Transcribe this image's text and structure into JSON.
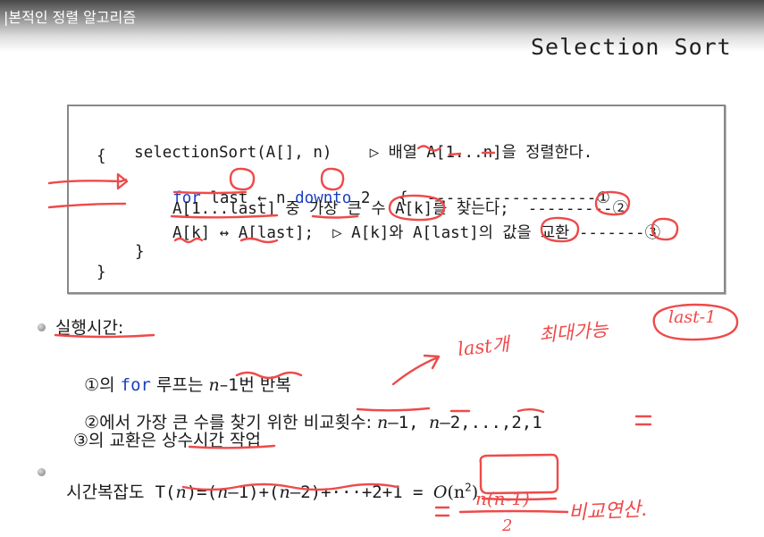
{
  "video": {
    "title": "|본적인 정렬 알고리즘"
  },
  "slide": {
    "title": "Selection Sort"
  },
  "code": {
    "line1_sig": "selectionSort(A[], n)",
    "line1_comment": "▷ 배열 A[1...n]을 정렬한다.",
    "open_brace": "{",
    "for_kw": "for",
    "for_body": " last ← n ",
    "downto_kw": "downto",
    "for_tail": " 2   {  ------------------①",
    "line_find": "A[1...last] 중 가장 큰 수 A[k]를 찾는다;  ---------②",
    "line_swap": "A[k] ↔ A[last];  ▷ A[k]와 A[last]의 값을 교환 -------③",
    "inner_close": "}",
    "outer_close": "}"
  },
  "notes": {
    "runtime_label": "실행시간:",
    "item1_a": "①의 ",
    "item1_for": "for",
    "item1_b": " 루프는 ",
    "item1_n": "n",
    "item1_c": "–1번 반복",
    "item2_a": "②에서 가장 큰 수를 찾기 위한 비교횟수: ",
    "item2_n1": "n",
    "item2_b": "–1, ",
    "item2_n2": "n",
    "item2_c": "–2,...,2,1",
    "item3": "③의 교환은 상수시간 작업",
    "complexity_label": "시간복잡도  ",
    "complexity_T": "T(",
    "complexity_n": "n",
    "complexity_eq": ")=(",
    "complexity_n2": "n",
    "complexity_mid": "–1)+(",
    "complexity_n3": "n",
    "complexity_tail": "–2)+···+2+1 = ",
    "complexity_O": "O",
    "complexity_On": "(n",
    "complexity_sup": "2",
    "complexity_close": ")"
  },
  "handwriting": {
    "note_last": "last개",
    "note_max": "최대가능",
    "note_last_minus": "last-1",
    "frac_num": "n(n-1)",
    "frac_den": "2",
    "note_compare": "비교연산."
  },
  "colors": {
    "ink": "#ee4a4a",
    "keyword": "#1a3fbf"
  }
}
